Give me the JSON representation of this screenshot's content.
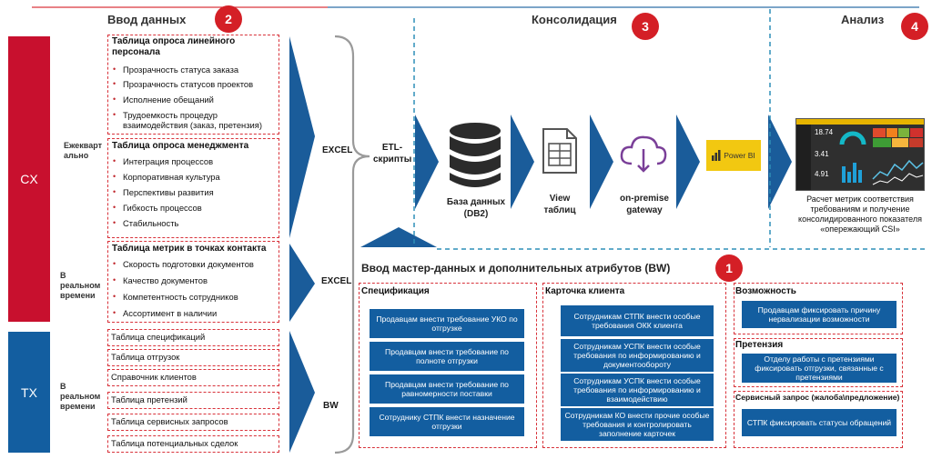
{
  "stages": {
    "input": {
      "title": "Ввод данных",
      "badge": "2"
    },
    "consolidation": {
      "title": "Консолидация",
      "badge": "3"
    },
    "analysis": {
      "title": "Анализ",
      "badge": "4"
    },
    "master": {
      "title": "Ввод мастер-данных и дополнительных атрибутов (BW)",
      "badge": "1"
    }
  },
  "sources": {
    "cx": {
      "label": "CX",
      "color": "#c8102e"
    },
    "tx": {
      "label": "TX",
      "color": "#135ea0"
    },
    "freq_quarterly": "Ежекварт ально",
    "freq_realtime_1": "В реальном времени",
    "freq_realtime_2": "В реальном времени"
  },
  "tables": {
    "t1": {
      "title": "Таблица опроса линейного персонала",
      "items": [
        "Прозрачность статуса заказа",
        "Прозрачность статусов проектов",
        "Исполнение обещаний",
        "Трудоемкость процедур взаимодействия (заказ, претензия)"
      ]
    },
    "t2": {
      "title": "Таблица опроса менеджмента",
      "items": [
        "Интеграция процессов",
        "Корпоративная культура",
        "Перспективы развития",
        "Гибкость процессов",
        "Стабильность"
      ]
    },
    "t3": {
      "title": "Таблица метрик в точках контакта",
      "items": [
        "Скорость подготовки документов",
        "Качество документов",
        "Компетентность сотрудников",
        "Ассортимент в наличии"
      ]
    },
    "tx_tables": [
      "Таблица спецификаций",
      "Таблица отгрузок",
      "Справочник клиентов",
      "Таблица претензий",
      "Таблица сервисных запросов",
      "Таблица потенциальных сделок"
    ]
  },
  "channels": {
    "excel_1": "EXCEL",
    "excel_2": "EXCEL",
    "bw": "BW",
    "etl": "ETL- скрипты"
  },
  "flow": {
    "db": "База данных (DB2)",
    "view": "View таблиц",
    "gateway": "on-premise gateway",
    "powerbi": "Power BI",
    "result": "Расчет метрик соответствия требованиям и получение консолидированного показателя «опережающий CSI»"
  },
  "dashboard": {
    "kpi1": "18.74",
    "kpi2": "3.41",
    "kpi3": "4.91"
  },
  "spec": {
    "title": "Спецификация",
    "items": [
      "Продавцам внести требование УКО по отгрузке",
      "Продавцам внести требование по полноте отгрузки",
      "Продавцам внести требование по равномерности поставки",
      "Сотруднику СТПК внести назначение отгрузки"
    ]
  },
  "card": {
    "title": "Карточка клиента",
    "items": [
      "Сотрудникам СТПК внести особые требования ОКК клиента",
      "Сотрудникам УСПК внести особые требования по информированию и документообороту",
      "Сотрудникам УСПК внести особые требования по информированию и взаимодействию",
      "Сотрудникам КО внести прочие особые требования и контролировать заполнение карточек"
    ]
  },
  "opportunity": {
    "title": "Возможность",
    "item": "Продавцам фиксировать причину нервализации возможности"
  },
  "claim": {
    "title": "Претензия",
    "item": "Отделу работы с претензиями фиксировать отгрузки, связанные с претензиями"
  },
  "service": {
    "title": "Сервисный запрос (жалоба\\предложение)",
    "item": "СТПК фиксировать статусы обращений"
  },
  "colors": {
    "accent_red": "#d41f26",
    "blue": "#135ea0",
    "arrow_blue": "#1a5c9a",
    "dashed_teal": "#2e8fb8"
  }
}
